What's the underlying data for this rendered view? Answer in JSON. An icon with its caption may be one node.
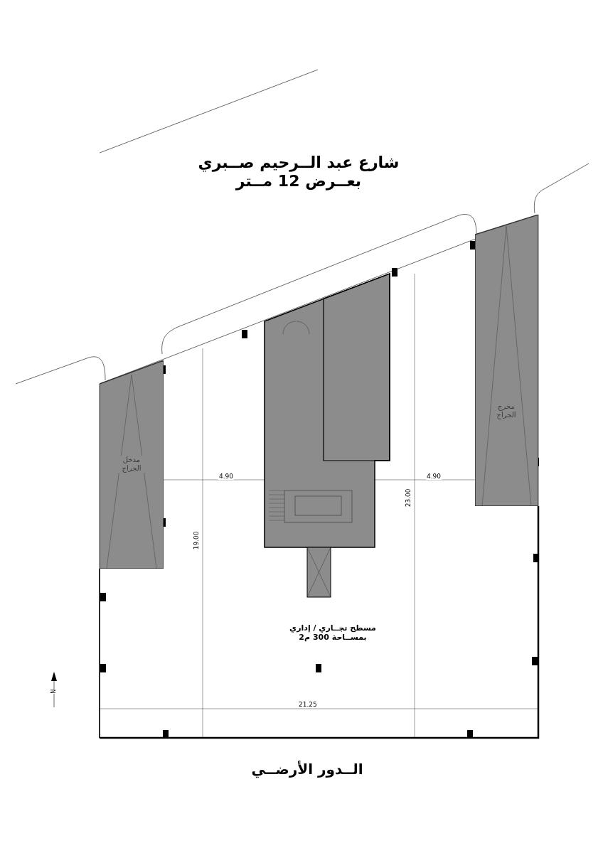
{
  "diagram": {
    "title": "شارع عبد الــرحيم صــبري بعــرض 12 مــتر",
    "caption": "الــدور الأرضــي",
    "nodes": [
      {
        "text": [
          "مدخل الجراج"
        ]
      },
      {
        "text": [
          "مخرج الجراج"
        ]
      }
    ],
    "labels": [
      "4.90",
      "4.90",
      "23.00",
      "19.00",
      "مسطح تجــاري / إداري بمســاحة 300 م2",
      "21.25",
      "N"
    ]
  }
}
